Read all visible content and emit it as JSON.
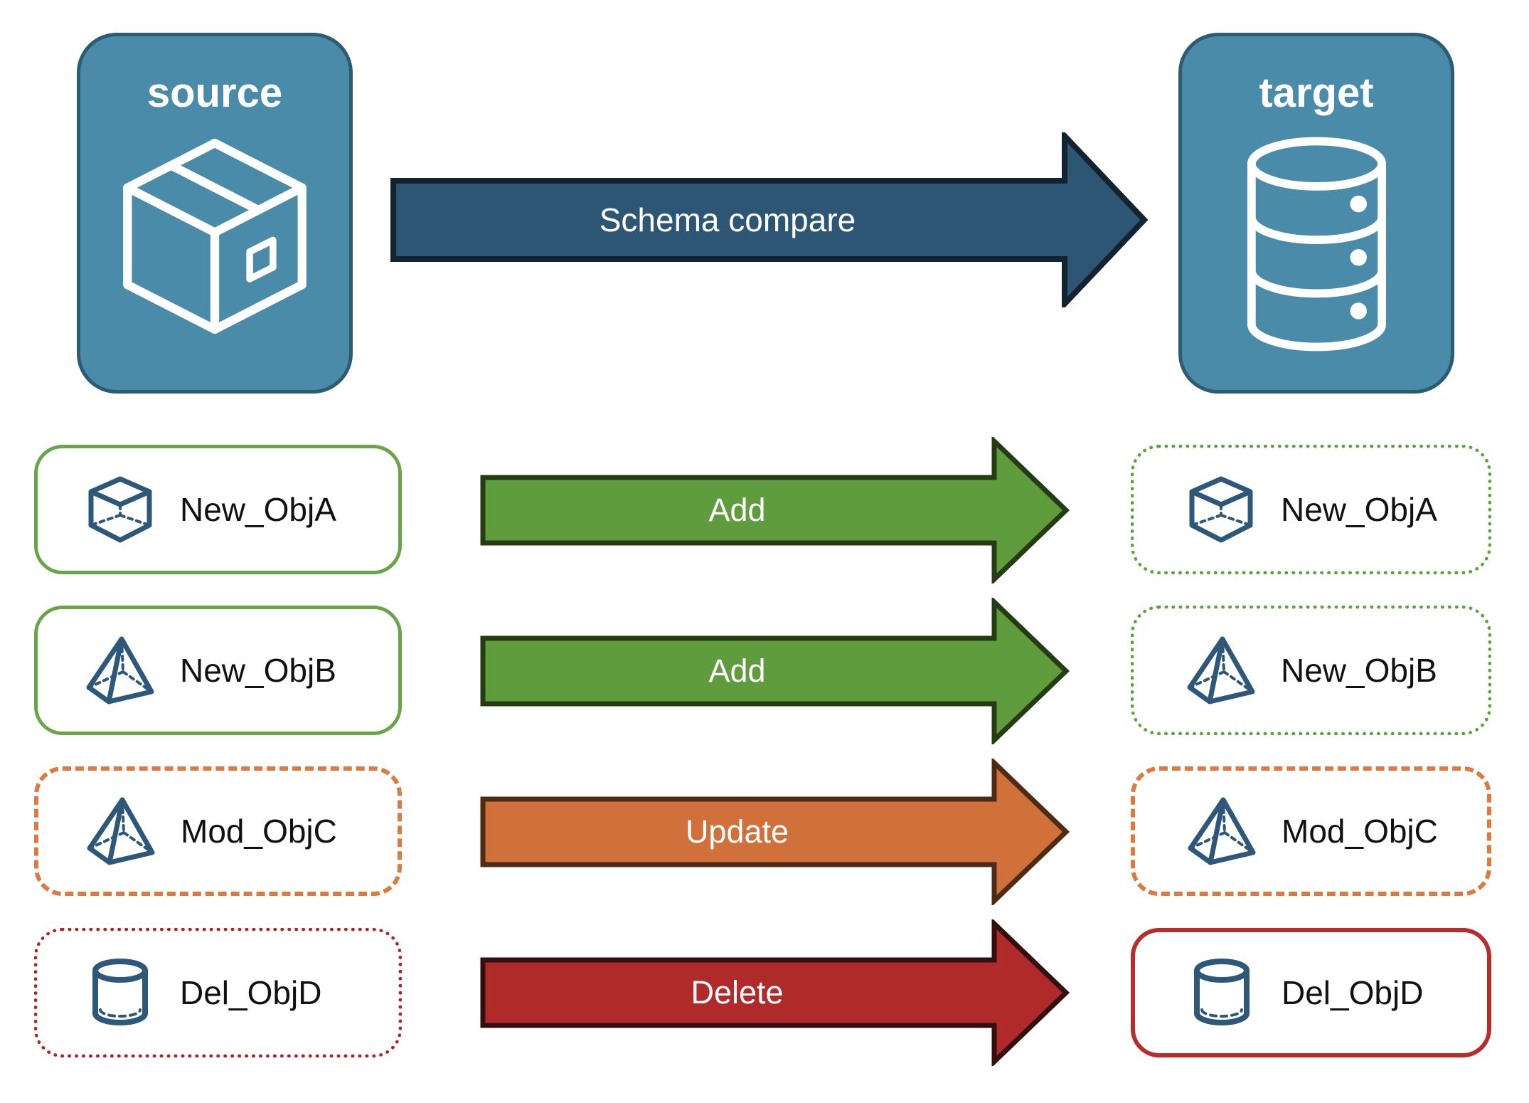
{
  "source": {
    "label": "source",
    "icon": "package-icon"
  },
  "target": {
    "label": "target",
    "icon": "database-icon"
  },
  "compare_arrow": {
    "label": "Schema compare"
  },
  "rows": [
    {
      "object": "New_ObjA",
      "icon": "cube-icon",
      "action": "Add",
      "source_style": "solid-green",
      "target_style": "dotted-green"
    },
    {
      "object": "New_ObjB",
      "icon": "pyramid-icon",
      "action": "Add",
      "source_style": "solid-green",
      "target_style": "dotted-green"
    },
    {
      "object": "Mod_ObjC",
      "icon": "pyramid-icon",
      "action": "Update",
      "source_style": "dashed-orange",
      "target_style": "dashed-orange"
    },
    {
      "object": "Del_ObjD",
      "icon": "cylinder-icon",
      "action": "Delete",
      "source_style": "dotted-red",
      "target_style": "solid-red"
    }
  ],
  "colors": {
    "node_fill": "#4a8baa",
    "node_border": "#2c5c72",
    "icon_blue": "#2e587a",
    "compare_fill": "#2d5674",
    "compare_stroke": "#142330",
    "add_fill": "#5e9c3e",
    "add_stroke": "#253c13",
    "update_fill": "#d0703a",
    "update_stroke": "#4e2b13",
    "delete_fill": "#b02a2a",
    "delete_stroke": "#330f0f",
    "green_border": "#67a546",
    "orange_border": "#de7a3e",
    "red_border": "#b22424"
  }
}
